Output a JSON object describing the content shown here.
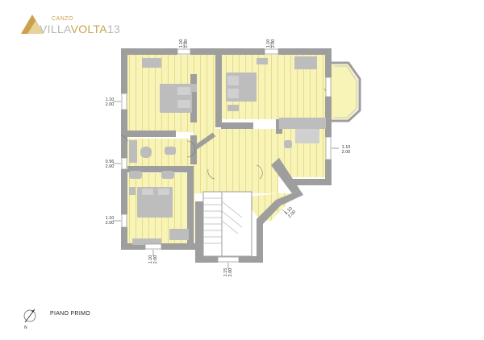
{
  "brand": {
    "sub": "CANZO",
    "main_prefix": "VILLA",
    "main_accent": "VOLTA",
    "main_suffix": "13",
    "colors": {
      "gold": "#c9a24a",
      "grey": "#b8b8b8"
    }
  },
  "plan": {
    "title": "PIANO PRIMO",
    "colors": {
      "floor": "#f8f3b6",
      "floor_stripe": "#e6dc8a",
      "wall": "#9e9e9e",
      "furniture": "#bdbdbd"
    }
  },
  "dimensions": {
    "top_left": "1.10\n2.00",
    "top_right": "1.10\n2.00",
    "left_upper": "1.10\n2.00",
    "left_middle": "0.56\n2.00",
    "left_lower": "1.10\n2.00",
    "right": "1.10\n2.00",
    "bottom_left": "1.10\n2.00",
    "bottom_center": "1.15\n2.00",
    "diagonal": "1.10\n2.00"
  }
}
